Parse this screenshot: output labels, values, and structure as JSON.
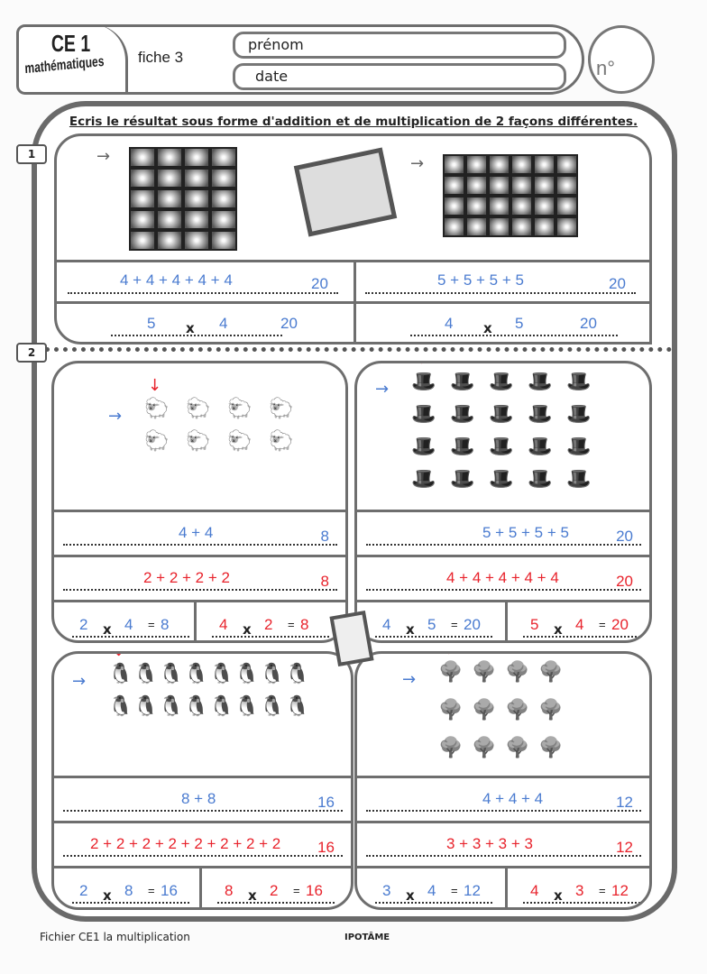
{
  "header": {
    "level": "CE 1",
    "subject": "mathématiques",
    "sheet": "fiche 3",
    "first_name_label": "prénom",
    "date_label": "date",
    "number_label": "n°"
  },
  "instruction": "Ecris le résultat sous forme d'addition et de multiplication de 2 façons différentes.",
  "section1": {
    "label": "1",
    "left": {
      "grid": {
        "cols": 4,
        "rows": 5
      },
      "addition": "4 + 4 + 4 + 4 + 4",
      "addition_result": "20",
      "mult_a": "5",
      "mult_b": "4",
      "mult_result": "20"
    },
    "right": {
      "grid": {
        "cols": 6,
        "rows": 4
      },
      "addition": "5 + 5 + 5 + 5",
      "addition_result": "20",
      "mult_a": "4",
      "mult_b": "5",
      "mult_result": "20"
    }
  },
  "section2": {
    "label": "2",
    "panels": [
      {
        "cols": 4,
        "rows": 2,
        "glyph": "🐑",
        "add1": "4 + 4",
        "add1_result": "8",
        "add2": "2 + 2 + 2 + 2",
        "add2_result": "8",
        "m1": [
          "2",
          "4",
          "8"
        ],
        "m2": [
          "4",
          "2",
          "8"
        ]
      },
      {
        "cols": 5,
        "rows": 4,
        "glyph": "🎩",
        "add1": "5 + 5 + 5 + 5",
        "add1_result": "20",
        "add2": "4 + 4 + 4 + 4 + 4",
        "add2_result": "20",
        "m1": [
          "4",
          "5",
          "20"
        ],
        "m2": [
          "5",
          "4",
          "20"
        ]
      },
      {
        "cols": 8,
        "rows": 2,
        "glyph": "🐧",
        "add1": "8 + 8",
        "add1_result": "16",
        "add2": "2 + 2 + 2 + 2 + 2 + 2 + 2 + 2",
        "add2_result": "16",
        "m1": [
          "2",
          "8",
          "16"
        ],
        "m2": [
          "8",
          "2",
          "16"
        ]
      },
      {
        "cols": 4,
        "rows": 3,
        "glyph": "🌳",
        "add1": "4 + 4 + 4",
        "add1_result": "12",
        "add2": "3 + 3 + 3 + 3",
        "add2_result": "12",
        "m1": [
          "3",
          "4",
          "12"
        ],
        "m2": [
          "4",
          "3",
          "12"
        ]
      }
    ]
  },
  "symbols": {
    "times": "x",
    "equals": "="
  },
  "footer": {
    "left": "Fichier  CE1  la multiplication",
    "center": "IPOTÂME"
  },
  "colors": {
    "blue": "#4a7bd0",
    "red": "#e8232c",
    "frame": "#6e6e6e"
  }
}
